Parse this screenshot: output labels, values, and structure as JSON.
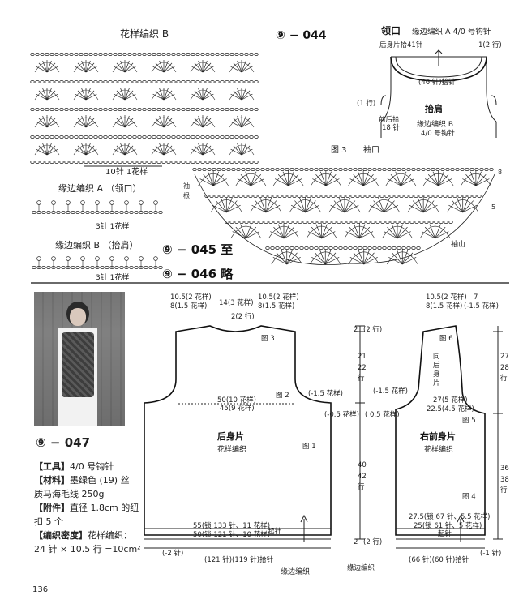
{
  "page_number": "136",
  "top": {
    "title_pattern_b": "花样编织 B",
    "code_044": "⑨ − 044",
    "repeat_label_b": "10针 1花样",
    "edge_a_title": "缘边编织 A （领口）",
    "edge_a_repeat": "3针 1花样",
    "edge_b_title": "缘边编织 B （抬肩）",
    "edge_b_repeat": "3针 1花样",
    "code_045": "⑨ − 045 至",
    "code_046": "⑨ − 046 略"
  },
  "neck": {
    "title": "领口",
    "subtitle": "缘边编织 A  4/0 号钩针",
    "back_pick": "后身片拾41针",
    "rows": "1(2 行)",
    "total": "(46 针)拾针",
    "side_rows": "(1 行)",
    "front_pick_1": "前后拾",
    "front_pick_2": "18 针",
    "shoulder": "抬肩",
    "shoulder_sub_1": "缘边编织 B",
    "shoulder_sub_2": "4/0 号钩针"
  },
  "sleeve": {
    "fig": "图 3",
    "title": "袖口",
    "left_label": "袖",
    "left_label2": "根",
    "arrow_right": "8",
    "arrow_mid": "5",
    "cap": "袖山"
  },
  "product": {
    "code": "⑨ − 047",
    "tools_label": "【工具】",
    "tools": "4/0 号钩针",
    "material_label": "【材料】",
    "material_1": "墨绿色 (19) 丝",
    "material_2": "质马海毛线 250g",
    "accessory_label": "【附件】",
    "accessory_1": "直径 1.8cm 的纽",
    "accessory_2": "扣 5 个",
    "density_label": "【编织密度】",
    "density_1": "花样编织：",
    "density_2": "24 针 × 10.5 行 =10cm²"
  },
  "back": {
    "top_left": "10.5(2 花样)",
    "top_left2": "8(1.5 花样)",
    "top_mid": "14(3 花样)",
    "top_right": "10.5(2 花样)",
    "top_right2": "8(1.5 花样)",
    "neck_rows": "2(2 行)",
    "fig3": "图 3",
    "fig2": "图 2",
    "fig1": "图 1",
    "armhole_right": "(-1.5 花样)",
    "chest_1": "50(10 花样)",
    "chest_2": "45(9 花样)",
    "name": "后身片",
    "pattern": "花样编织",
    "bottom_1": "55(锁 133 针、11 花样)",
    "bottom_2": "50(锁 121 针、10 花样)",
    "start": "起针",
    "dec_left": "(-2 针)",
    "pick": "(121 针)(119 针)拾针",
    "edge": "缘边编织"
  },
  "front": {
    "top_1": "10.5(2 花样)",
    "top_2": "8(1.5 花样)",
    "top_7": "7",
    "top_right": "(-1.5 花样)",
    "neck_rows_l": "2",
    "neck_rows": "(2 行)",
    "fig6": "图 6",
    "same_1": "同",
    "same_2": "后",
    "same_3": "身",
    "same_4": "片",
    "armhole_l": "(-1.5 花样)",
    "armhole_l2": "(-0.5 花样)",
    "armhole_l3": "( 0.5 花样)",
    "chest_1": "27(5 花样)",
    "chest_2": "22.5(4.5 花样)",
    "fig5": "图 5",
    "name": "右前身片",
    "pattern": "花样编织",
    "fig4": "图 4",
    "bottom_1": "27.5(锁 67 针、5.5 花样)",
    "bottom_2": "25(锁 61 针、5 花样)",
    "start": "起针",
    "pick": "(66 针)(60 针)拾针",
    "dec_right": "(-1 针)",
    "edge": "缘边编织"
  },
  "vertical": {
    "left_top": "2",
    "left_top2": "(2 行)",
    "left_mid_1": "40",
    "left_mid_2": "42",
    "left_mid_3": "行",
    "left_21": "21",
    "left_22": "22",
    "left_hang": "行",
    "left_bot": "2",
    "left_bot2": "(2 行)",
    "right_27": "27",
    "right_28": "28",
    "right_hang": "行",
    "right_36": "36",
    "right_38": "38",
    "right_hang2": "行"
  }
}
